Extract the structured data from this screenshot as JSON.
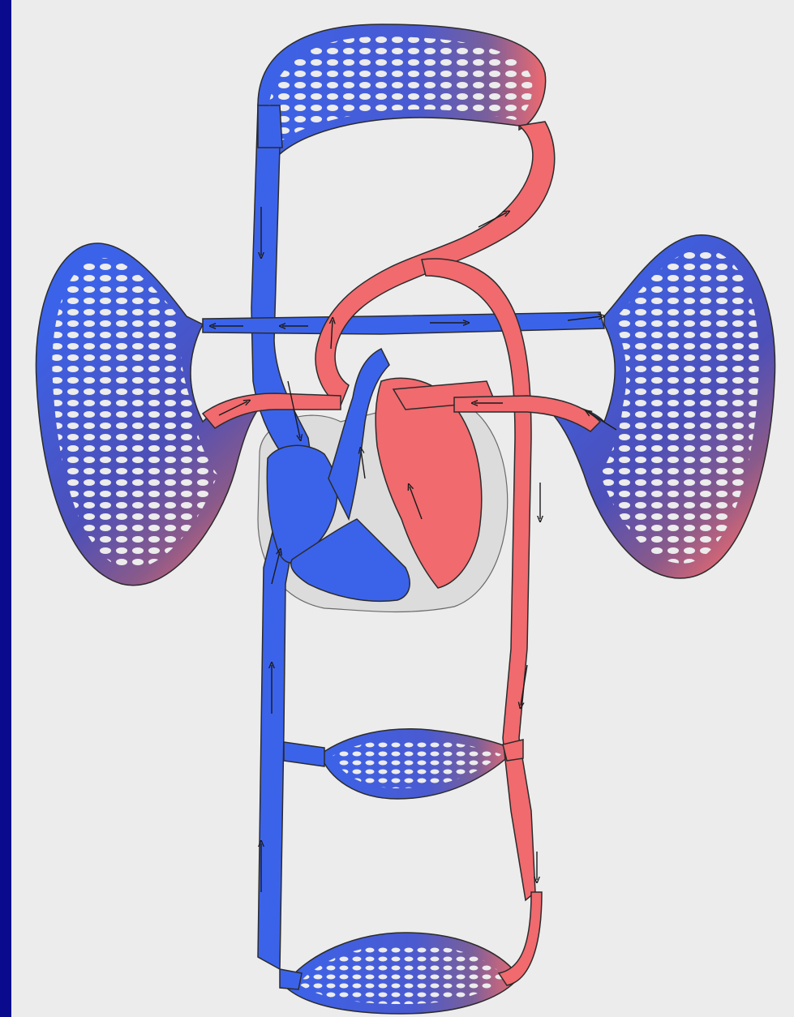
{
  "diagram": {
    "type": "circulatory-system-schematic",
    "colors": {
      "frame": "#0a0a8c",
      "paper": "#ececec",
      "deoxygenated": "#3b63ea",
      "oxygenated": "#f06a6e",
      "outline": "#2b2b2b",
      "pericardium": "#dcdcdc"
    },
    "regions": [
      "upper-capillary-bed",
      "left-lung-capillary-bed",
      "right-lung-capillary-bed",
      "heart",
      "middle-capillary-bed",
      "lower-capillary-bed"
    ]
  }
}
